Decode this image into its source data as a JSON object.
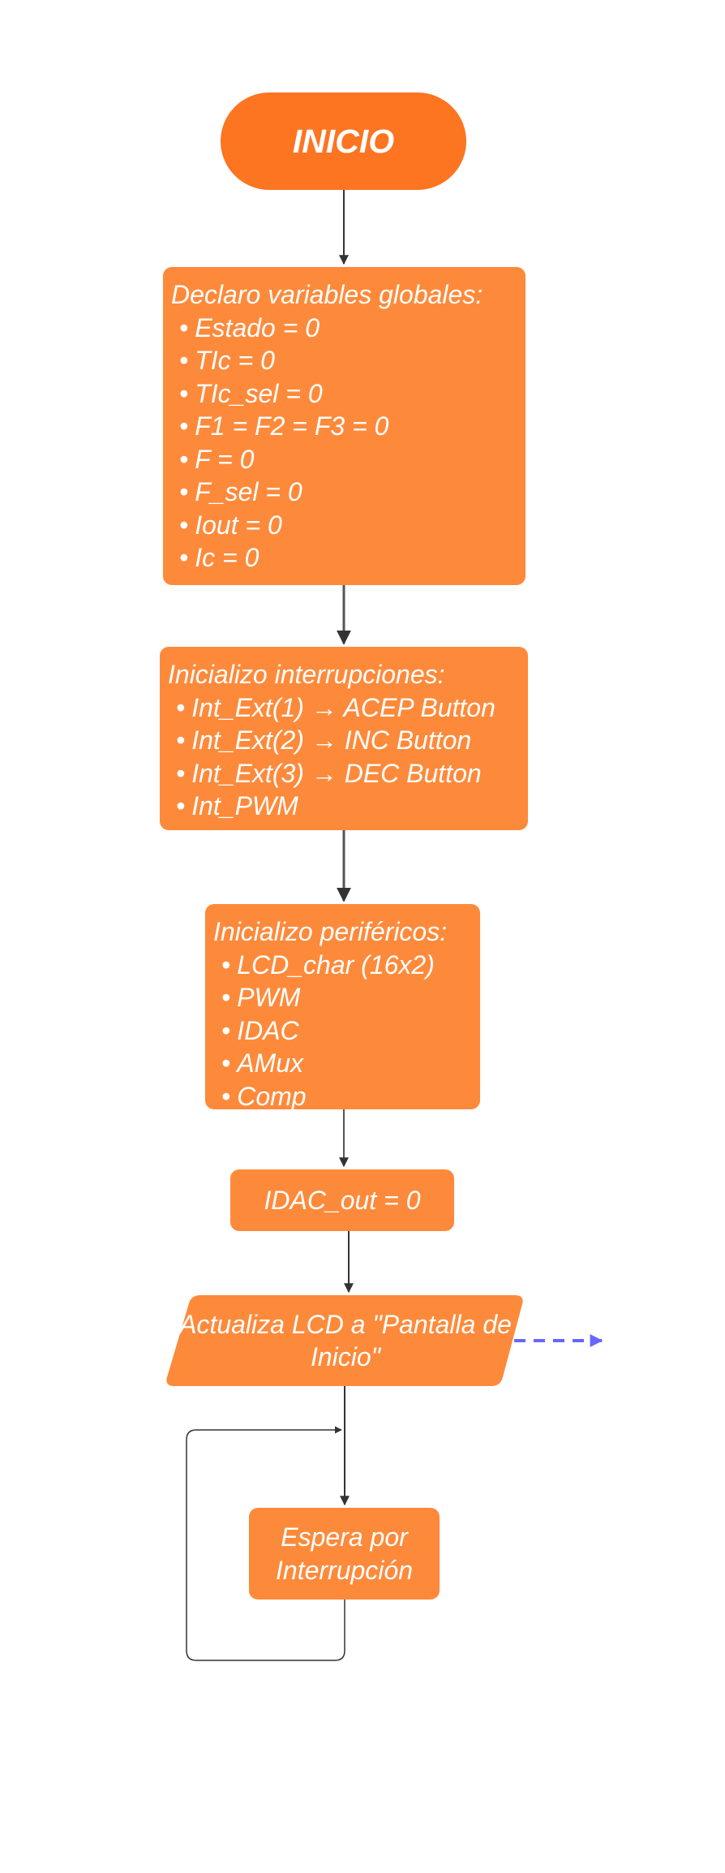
{
  "nodes": {
    "start": "INICIO",
    "globals": {
      "title": "Declaro variables globales:",
      "items": [
        "Estado = 0",
        "TIc = 0",
        "TIc_sel = 0",
        "F1 = F2 = F3 = 0",
        "F = 0",
        "F_sel = 0",
        "Iout = 0",
        "Ic = 0"
      ]
    },
    "interrupts": {
      "title": "Inicializo interrupciones:",
      "items": [
        "Int_Ext(1) → ACEP Button",
        "Int_Ext(2) → INC Button",
        "Int_Ext(3) → DEC Button",
        "Int_PWM"
      ]
    },
    "peripherals": {
      "title": "Inicializo periféricos:",
      "items": [
        "LCD_char (16x2)",
        "PWM",
        "IDAC",
        "AMux",
        "Comp"
      ]
    },
    "idac": "IDAC_out = 0",
    "lcd": "Actualiza LCD a \"Pantalla de Inicio\"",
    "wait": "Espera por Interrupción"
  },
  "colors": {
    "start_fill": "#fd7421",
    "node_fill": "#fd8a3b",
    "text": "#ffffff",
    "edge": "#333333",
    "dashed_edge": "#6666ff"
  }
}
